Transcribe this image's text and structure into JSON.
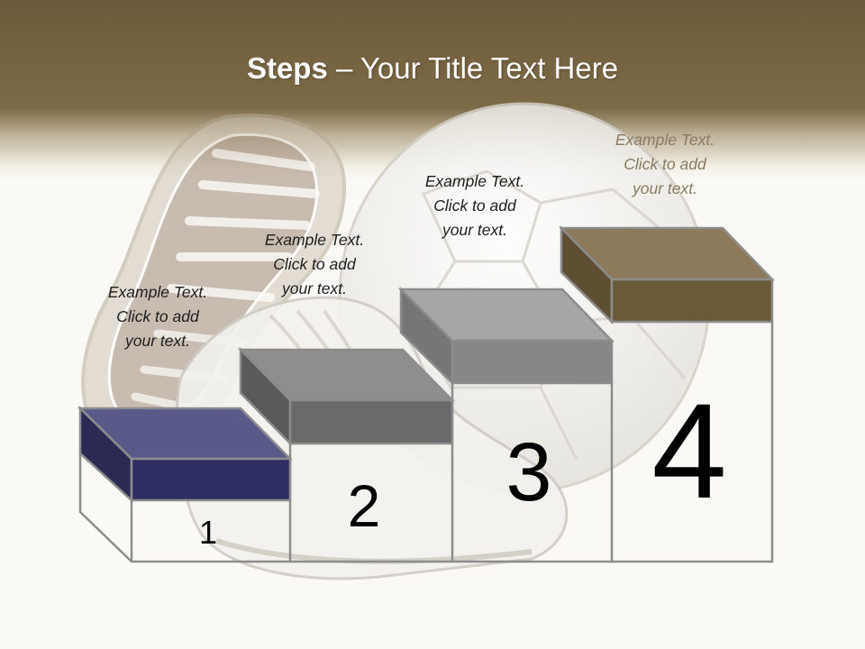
{
  "slide": {
    "title_bold": "Steps",
    "title_rest": " – Your Title Text Here"
  },
  "steps": [
    {
      "number": "1",
      "text": [
        "Example Text.",
        "Click  to add",
        "your text."
      ],
      "top_color": "#5a5a8a",
      "front_color": "#2e2e63"
    },
    {
      "number": "2",
      "text": [
        "Example Text.",
        "Click  to add",
        "your text."
      ],
      "top_color": "#8e8e8e",
      "front_color": "#6a6a6a"
    },
    {
      "number": "3",
      "text": [
        "Example Text.",
        "Click  to add",
        "your text."
      ],
      "top_color": "#a6a6a6",
      "front_color": "#878787"
    },
    {
      "number": "4",
      "text": [
        "Example Text.",
        "Click  to add",
        "your text."
      ],
      "top_color": "#8c7a5a",
      "front_color": "#6b5a38"
    }
  ],
  "colors": {
    "header": "#7a6744",
    "background": "#faf9f5",
    "outline": "#8c8c8c"
  }
}
